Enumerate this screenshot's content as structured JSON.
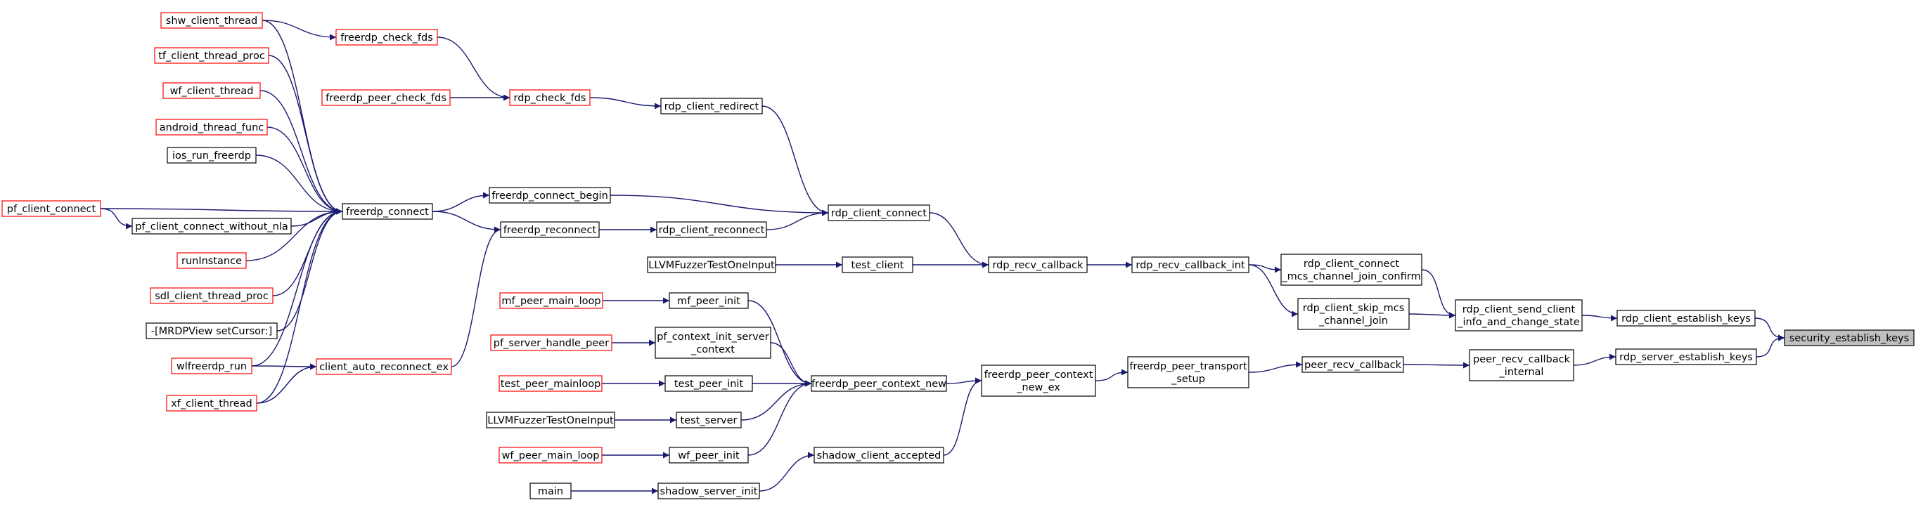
{
  "title": "",
  "colors": {
    "edge": "#191970",
    "border_normal": "#000000",
    "border_link": "#ff0000",
    "highlight_fill": "#bfbfbf"
  },
  "nodes": [
    {
      "id": "shw_client_thread",
      "label": "shw_client_thread",
      "style": "link"
    },
    {
      "id": "tf_client_thread_proc",
      "label": "tf_client_thread_proc",
      "style": "link"
    },
    {
      "id": "wf_client_thread",
      "label": "wf_client_thread",
      "style": "link"
    },
    {
      "id": "android_thread_func",
      "label": "android_thread_func",
      "style": "link"
    },
    {
      "id": "ios_run_freerdp",
      "label": "ios_run_freerdp",
      "style": "normal"
    },
    {
      "id": "pf_client_connect",
      "label": "pf_client_connect",
      "style": "link"
    },
    {
      "id": "pf_client_connect_without_nla",
      "label": "pf_client_connect_without_nla",
      "style": "normal"
    },
    {
      "id": "runInstance",
      "label": "runInstance",
      "style": "link"
    },
    {
      "id": "sdl_client_thread_proc",
      "label": "sdl_client_thread_proc",
      "style": "link"
    },
    {
      "id": "mrdp_setcursor",
      "label": "-[MRDPView setCursor:]",
      "style": "normal"
    },
    {
      "id": "wlfreerdp_run",
      "label": "wlfreerdp_run",
      "style": "link"
    },
    {
      "id": "xf_client_thread",
      "label": "xf_client_thread",
      "style": "link"
    },
    {
      "id": "freerdp_check_fds",
      "label": "freerdp_check_fds",
      "style": "link"
    },
    {
      "id": "freerdp_peer_check_fds",
      "label": "freerdp_peer_check_fds",
      "style": "link"
    },
    {
      "id": "rdp_check_fds",
      "label": "rdp_check_fds",
      "style": "link"
    },
    {
      "id": "freerdp_connect",
      "label": "freerdp_connect",
      "style": "normal"
    },
    {
      "id": "client_auto_reconnect_ex",
      "label": "client_auto_reconnect_ex",
      "style": "link"
    },
    {
      "id": "freerdp_connect_begin",
      "label": "freerdp_connect_begin",
      "style": "normal"
    },
    {
      "id": "freerdp_reconnect",
      "label": "freerdp_reconnect",
      "style": "normal"
    },
    {
      "id": "rdp_client_redirect",
      "label": "rdp_client_redirect",
      "style": "normal"
    },
    {
      "id": "rdp_client_reconnect",
      "label": "rdp_client_reconnect",
      "style": "normal"
    },
    {
      "id": "llvm_fuzzer_1",
      "label": "LLVMFuzzerTestOneInput",
      "style": "normal"
    },
    {
      "id": "test_client",
      "label": "test_client",
      "style": "normal"
    },
    {
      "id": "rdp_client_connect",
      "label": "rdp_client_connect",
      "style": "normal"
    },
    {
      "id": "rdp_recv_callback",
      "label": "rdp_recv_callback",
      "style": "normal"
    },
    {
      "id": "rdp_recv_callback_int",
      "label": "rdp_recv_callback_int",
      "style": "normal"
    },
    {
      "id": "mf_peer_main_loop",
      "label": "mf_peer_main_loop",
      "style": "link"
    },
    {
      "id": "mf_peer_init",
      "label": "mf_peer_init",
      "style": "normal"
    },
    {
      "id": "pf_server_handle_peer",
      "label": "pf_server_handle_peer",
      "style": "link"
    },
    {
      "id": "pf_context_init_server_context",
      "label": "pf_context_init_server\n_context",
      "style": "normal"
    },
    {
      "id": "test_peer_mainloop",
      "label": "test_peer_mainloop",
      "style": "link"
    },
    {
      "id": "test_peer_init",
      "label": "test_peer_init",
      "style": "normal"
    },
    {
      "id": "llvm_fuzzer_2",
      "label": "LLVMFuzzerTestOneInput",
      "style": "normal"
    },
    {
      "id": "test_server",
      "label": "test_server",
      "style": "normal"
    },
    {
      "id": "wf_peer_main_loop",
      "label": "wf_peer_main_loop",
      "style": "link"
    },
    {
      "id": "wf_peer_init",
      "label": "wf_peer_init",
      "style": "normal"
    },
    {
      "id": "main",
      "label": "main",
      "style": "normal"
    },
    {
      "id": "shadow_server_init",
      "label": "shadow_server_init",
      "style": "normal"
    },
    {
      "id": "shadow_client_accepted",
      "label": "shadow_client_accepted",
      "style": "normal"
    },
    {
      "id": "freerdp_peer_context_new",
      "label": "freerdp_peer_context_new",
      "style": "normal"
    },
    {
      "id": "freerdp_peer_context_new_ex",
      "label": "freerdp_peer_context\n_new_ex",
      "style": "normal"
    },
    {
      "id": "freerdp_peer_transport_setup",
      "label": "freerdp_peer_transport\n_setup",
      "style": "normal"
    },
    {
      "id": "peer_recv_callback",
      "label": "peer_recv_callback",
      "style": "normal"
    },
    {
      "id": "peer_recv_callback_internal",
      "label": "peer_recv_callback\n_internal",
      "style": "normal"
    },
    {
      "id": "rdp_client_connect_mcs",
      "label": "rdp_client_connect\n_mcs_channel_join_confirm",
      "style": "normal"
    },
    {
      "id": "rdp_client_skip_mcs",
      "label": "rdp_client_skip_mcs\n_channel_join",
      "style": "normal"
    },
    {
      "id": "rdp_client_send_client_info",
      "label": "rdp_client_send_client\n_info_and_change_state",
      "style": "normal"
    },
    {
      "id": "rdp_client_establish_keys",
      "label": "rdp_client_establish_keys",
      "style": "normal"
    },
    {
      "id": "rdp_server_establish_keys",
      "label": "rdp_server_establish_keys",
      "style": "normal"
    },
    {
      "id": "security_establish_keys",
      "label": "security_establish_keys",
      "style": "highlight"
    }
  ],
  "edges": [
    {
      "from": "shw_client_thread",
      "to": "freerdp_check_fds"
    },
    {
      "from": "shw_client_thread",
      "to": "freerdp_connect"
    },
    {
      "from": "tf_client_thread_proc",
      "to": "freerdp_connect"
    },
    {
      "from": "wf_client_thread",
      "to": "freerdp_connect"
    },
    {
      "from": "android_thread_func",
      "to": "freerdp_connect"
    },
    {
      "from": "ios_run_freerdp",
      "to": "freerdp_connect"
    },
    {
      "from": "pf_client_connect",
      "to": "freerdp_connect"
    },
    {
      "from": "pf_client_connect",
      "to": "pf_client_connect_without_nla"
    },
    {
      "from": "pf_client_connect_without_nla",
      "to": "freerdp_connect"
    },
    {
      "from": "runInstance",
      "to": "freerdp_connect"
    },
    {
      "from": "sdl_client_thread_proc",
      "to": "freerdp_connect"
    },
    {
      "from": "mrdp_setcursor",
      "to": "freerdp_connect"
    },
    {
      "from": "wlfreerdp_run",
      "to": "freerdp_connect"
    },
    {
      "from": "wlfreerdp_run",
      "to": "client_auto_reconnect_ex"
    },
    {
      "from": "xf_client_thread",
      "to": "freerdp_connect"
    },
    {
      "from": "xf_client_thread",
      "to": "client_auto_reconnect_ex"
    },
    {
      "from": "freerdp_check_fds",
      "to": "rdp_check_fds"
    },
    {
      "from": "freerdp_peer_check_fds",
      "to": "rdp_check_fds"
    },
    {
      "from": "rdp_check_fds",
      "to": "rdp_client_redirect"
    },
    {
      "from": "freerdp_connect",
      "to": "freerdp_connect_begin"
    },
    {
      "from": "freerdp_connect",
      "to": "freerdp_reconnect"
    },
    {
      "from": "client_auto_reconnect_ex",
      "to": "freerdp_reconnect"
    },
    {
      "from": "freerdp_connect_begin",
      "to": "rdp_client_connect"
    },
    {
      "from": "freerdp_reconnect",
      "to": "rdp_client_reconnect"
    },
    {
      "from": "rdp_client_redirect",
      "to": "rdp_client_connect"
    },
    {
      "from": "rdp_client_reconnect",
      "to": "rdp_client_connect"
    },
    {
      "from": "rdp_client_connect",
      "to": "rdp_recv_callback"
    },
    {
      "from": "llvm_fuzzer_1",
      "to": "test_client"
    },
    {
      "from": "test_client",
      "to": "rdp_recv_callback"
    },
    {
      "from": "rdp_recv_callback",
      "to": "rdp_recv_callback_int"
    },
    {
      "from": "rdp_recv_callback_int",
      "to": "rdp_client_connect_mcs"
    },
    {
      "from": "rdp_recv_callback_int",
      "to": "rdp_client_skip_mcs"
    },
    {
      "from": "rdp_client_connect_mcs",
      "to": "rdp_client_send_client_info"
    },
    {
      "from": "rdp_client_skip_mcs",
      "to": "rdp_client_send_client_info"
    },
    {
      "from": "rdp_client_send_client_info",
      "to": "rdp_client_establish_keys"
    },
    {
      "from": "rdp_client_establish_keys",
      "to": "security_establish_keys"
    },
    {
      "from": "mf_peer_main_loop",
      "to": "mf_peer_init"
    },
    {
      "from": "mf_peer_init",
      "to": "freerdp_peer_context_new"
    },
    {
      "from": "pf_server_handle_peer",
      "to": "pf_context_init_server_context"
    },
    {
      "from": "pf_context_init_server_context",
      "to": "freerdp_peer_context_new"
    },
    {
      "from": "test_peer_mainloop",
      "to": "test_peer_init"
    },
    {
      "from": "test_peer_init",
      "to": "freerdp_peer_context_new"
    },
    {
      "from": "llvm_fuzzer_2",
      "to": "test_server"
    },
    {
      "from": "test_server",
      "to": "freerdp_peer_context_new"
    },
    {
      "from": "wf_peer_main_loop",
      "to": "wf_peer_init"
    },
    {
      "from": "wf_peer_init",
      "to": "freerdp_peer_context_new"
    },
    {
      "from": "main",
      "to": "shadow_server_init"
    },
    {
      "from": "shadow_server_init",
      "to": "shadow_client_accepted"
    },
    {
      "from": "shadow_client_accepted",
      "to": "freerdp_peer_context_new_ex"
    },
    {
      "from": "freerdp_peer_context_new",
      "to": "freerdp_peer_context_new_ex"
    },
    {
      "from": "freerdp_peer_context_new_ex",
      "to": "freerdp_peer_transport_setup"
    },
    {
      "from": "freerdp_peer_transport_setup",
      "to": "peer_recv_callback"
    },
    {
      "from": "peer_recv_callback",
      "to": "peer_recv_callback_internal"
    },
    {
      "from": "peer_recv_callback_internal",
      "to": "rdp_server_establish_keys"
    },
    {
      "from": "rdp_server_establish_keys",
      "to": "security_establish_keys"
    }
  ]
}
